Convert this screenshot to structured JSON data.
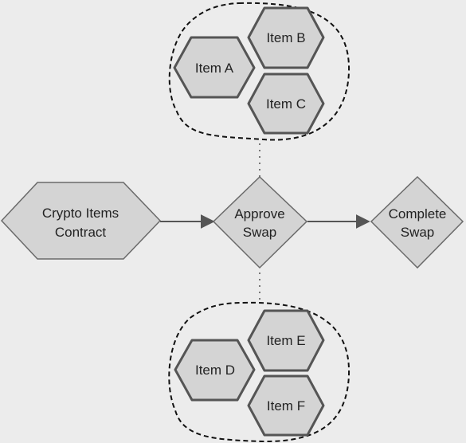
{
  "nodes": {
    "contract": {
      "line1": "Crypto Items",
      "line2": "Contract"
    },
    "approve": {
      "line1": "Approve",
      "line2": "Swap"
    },
    "complete": {
      "line1": "Complete",
      "line2": "Swap"
    }
  },
  "top_group": {
    "item_a": "Item A",
    "item_b": "Item B",
    "item_c": "Item C"
  },
  "bottom_group": {
    "item_d": "Item D",
    "item_e": "Item E",
    "item_f": "Item F"
  },
  "colors": {
    "background": "#ececec",
    "shape_fill": "#d4d4d4",
    "hex_stroke": "#555555",
    "group_border": "#111111"
  }
}
